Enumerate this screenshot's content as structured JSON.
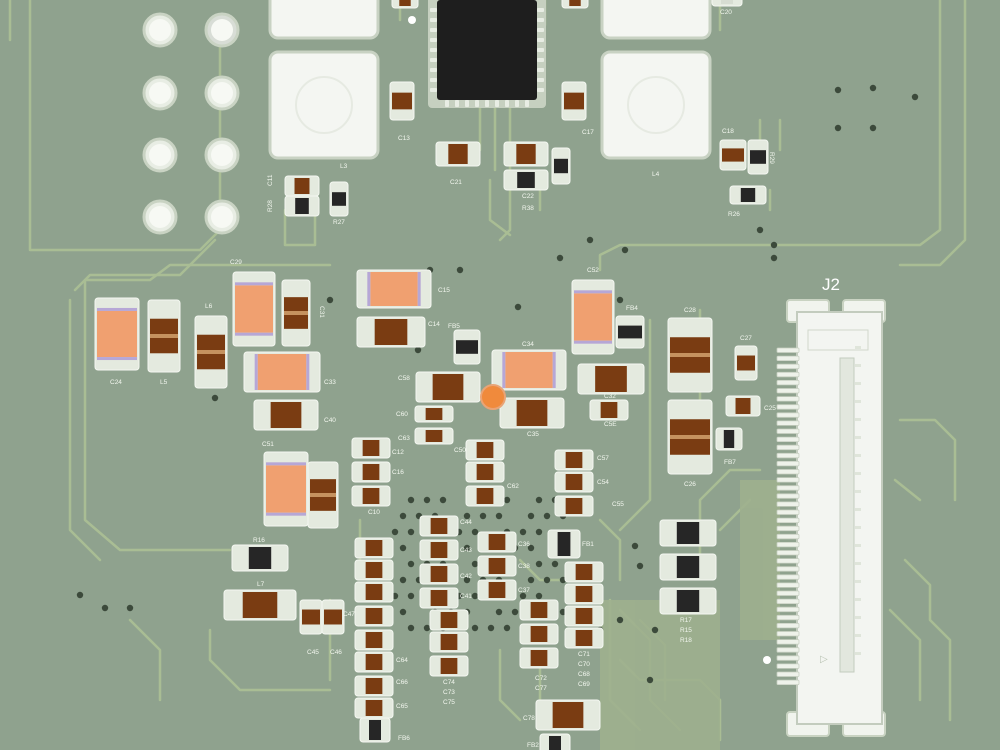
{
  "colors": {
    "board": "#8fa28e",
    "trace": "#a9bd94",
    "pad": "#d9e2d3",
    "silk": "#f2f6ee",
    "ic": "#1e1e1e",
    "cap_brown": "#7a3c12",
    "cap_orange": "#f0a070",
    "fiducial": "#f08a3c"
  },
  "connector": {
    "ref": "J2"
  },
  "labels": {
    "C20": "C20",
    "C13": "C13",
    "L3": "L3",
    "C17": "C17",
    "C18": "C18",
    "R29": "R29",
    "C21": "C21",
    "C11": "C11",
    "R28": "R28",
    "R27": "R27",
    "C22": "C22",
    "R38": "R38",
    "L4": "L4",
    "R26": "R26",
    "C29": "C29",
    "C15": "C15",
    "C52": "C52",
    "C31": "C31",
    "L6": "L6",
    "FB4": "FB4",
    "C28": "C28",
    "C14": "C14",
    "FB5": "FB5",
    "C34": "C34",
    "C27": "C27",
    "C24": "C24",
    "L5": "L5",
    "C33": "C33",
    "C58": "C58",
    "C32": "C32",
    "C25": "C25",
    "C40": "C40",
    "C60": "C60",
    "C5E": "C5E",
    "C63": "C63",
    "C35": "C35",
    "C51": "C51",
    "C12": "C12",
    "C26": "C26",
    "FB7": "FB7",
    "C50": "C50",
    "C57": "C57",
    "C16": "C16",
    "C54": "C54",
    "C62": "C62",
    "C55": "C55",
    "C10": "C10",
    "C44": "C44",
    "R16": "R16",
    "C43": "C43",
    "FB1": "FB1",
    "C36": "C36",
    "C42": "C42",
    "C38": "C38",
    "L7": "L7",
    "C41": "C41",
    "C37": "C37",
    "C47": "C47",
    "R17": "R17",
    "R15": "R15",
    "R18": "R18",
    "C45": "C45",
    "C46": "C46",
    "C71": "C71",
    "C70": "C70",
    "C68": "C68",
    "C69": "C69",
    "C64": "C64",
    "C74": "C74",
    "C73": "C73",
    "C75": "C75",
    "C72": "C72",
    "C77": "C77",
    "C66": "C66",
    "C65": "C65",
    "C78": "C78",
    "FB6": "FB6",
    "FB2": "FB2"
  }
}
